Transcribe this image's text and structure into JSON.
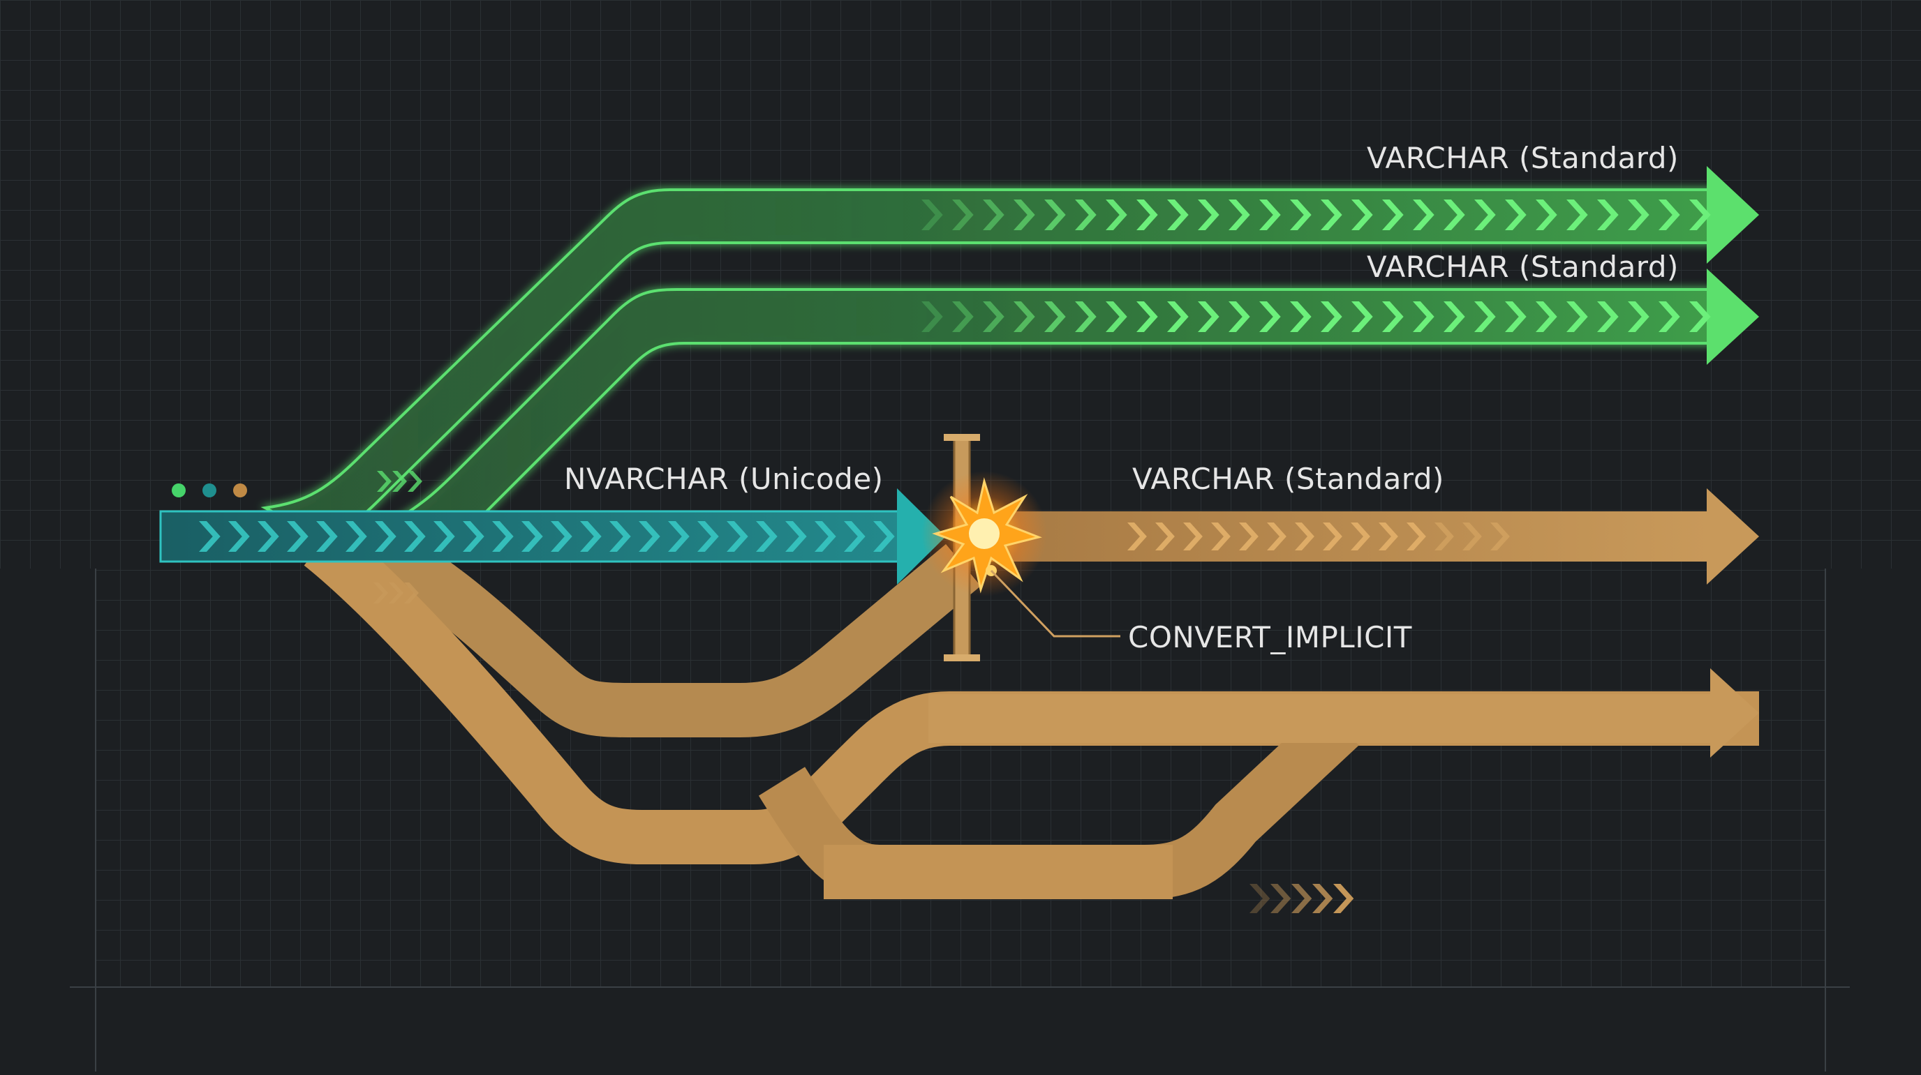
{
  "labels": {
    "top_output_1": "VARCHAR (Standard)",
    "top_output_2": "VARCHAR (Standard)",
    "input": "NVARCHAR (Unicode)",
    "converted_output": "VARCHAR (Standard)",
    "conversion": "CONVERT_IMPLICIT"
  },
  "indicator_dots": [
    {
      "name": "status-dot-green",
      "color": "#46d36a"
    },
    {
      "name": "status-dot-teal",
      "color": "#1f8f8f"
    },
    {
      "name": "status-dot-amber",
      "color": "#c08a45"
    }
  ],
  "colors": {
    "background": "#1c1f22",
    "grid": "#2e3337",
    "green": "#55e06a",
    "teal": "#25b0ad",
    "amber": "#c8995a",
    "spark": "#ffb020"
  },
  "icons": {
    "chevrons": "chevron-right-icon",
    "barrier": "conversion-barrier-icon",
    "spark": "spark-burst-icon"
  }
}
